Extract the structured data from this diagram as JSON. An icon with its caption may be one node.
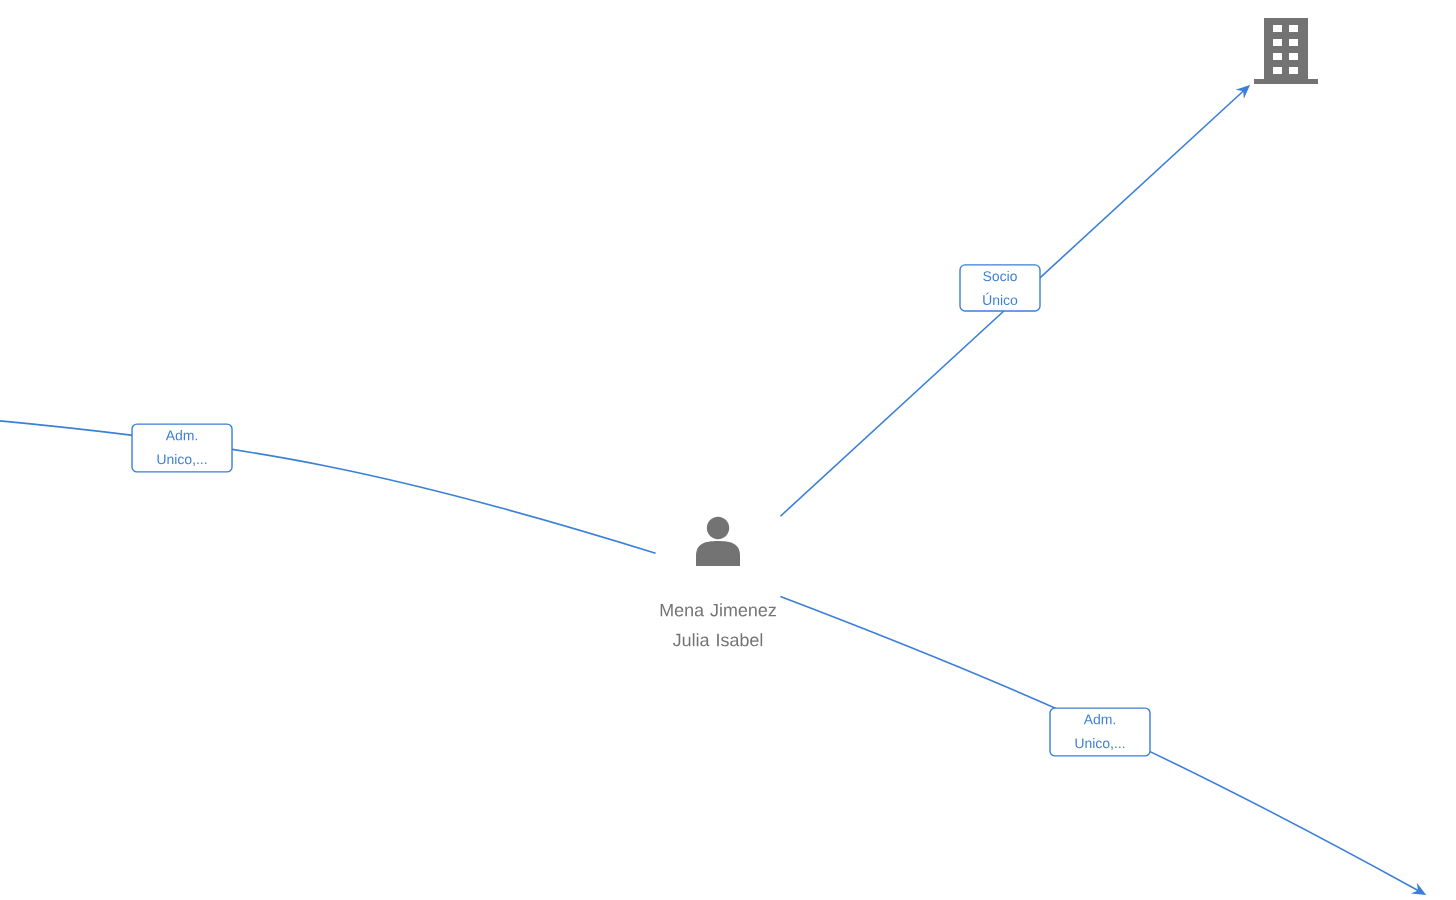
{
  "diagram": {
    "nodes": [
      {
        "text": [
          "Mena Jimenez Julia Isabel"
        ]
      },
      {
        "text": [],
        "shape": "building"
      }
    ],
    "edges": [
      {
        "from": 0,
        "to": 1,
        "arrow": "to",
        "label": "Socio Único"
      },
      {
        "from": 0,
        "to": null,
        "arrow": "none",
        "label": "Adm. Unico,..."
      },
      {
        "from": 0,
        "to": null,
        "arrow": "to",
        "label": "Adm. Unico,..."
      }
    ]
  }
}
